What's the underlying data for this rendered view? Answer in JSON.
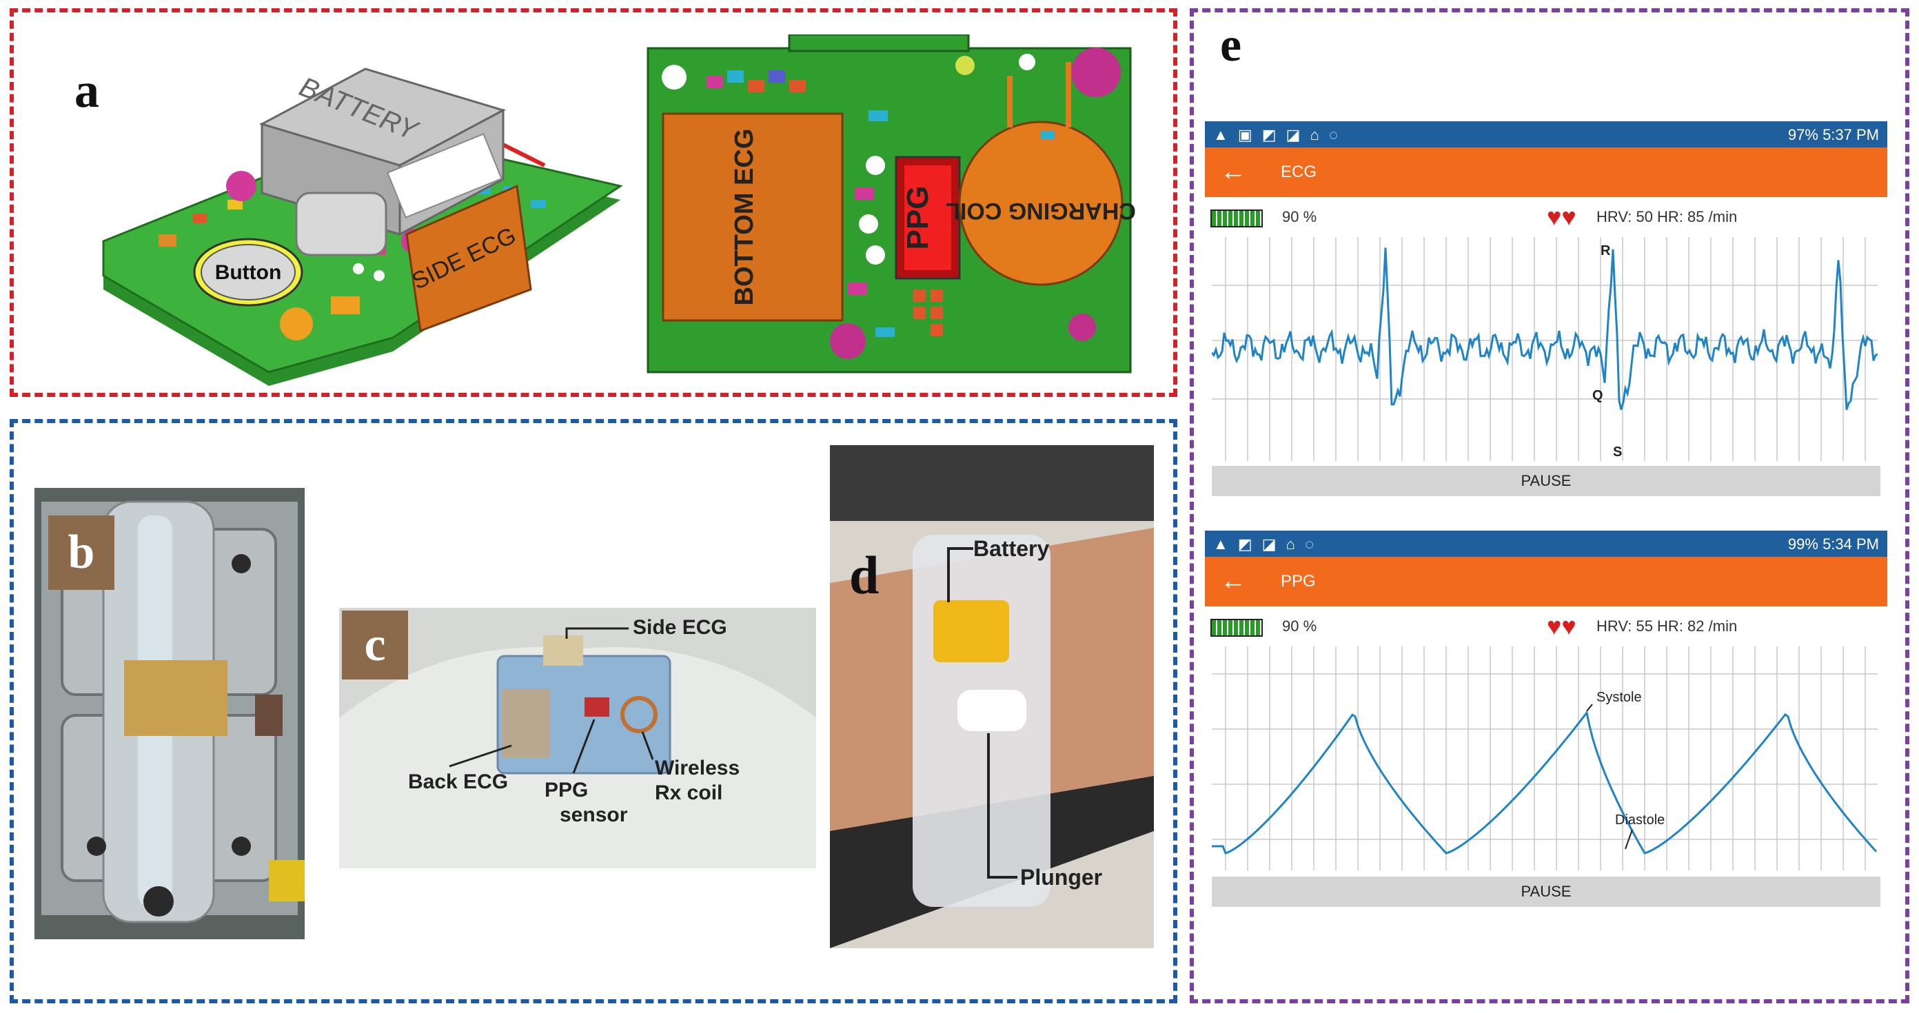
{
  "panels": {
    "a": {
      "letter": "a",
      "labels": {
        "battery": "BATTERY",
        "button": "Button",
        "side_ecg": "SIDE ECG",
        "bottom_ecg": "BOTTOM ECG",
        "ppg": "PPG",
        "charging_coil": "CHARGING COIL"
      }
    },
    "b": {
      "letter": "b"
    },
    "c": {
      "letter": "c",
      "labels": {
        "side_ecg": "Side ECG",
        "back_ecg": "Back ECG",
        "ppg_sensor_line1": "PPG",
        "ppg_sensor_line2": "sensor",
        "wireless_line1": "Wireless",
        "wireless_line2": "Rx coil"
      }
    },
    "d": {
      "letter": "d",
      "labels": {
        "battery": "Battery",
        "plunger": "Plunger"
      }
    },
    "e": {
      "letter": "e"
    }
  },
  "ecg_screen": {
    "status_right": "97% 5:37 PM",
    "title": "ECG",
    "battery_text": "90 %",
    "hr_text": "HRV: 50 HR: 85 /min",
    "peak_labels": {
      "r": "R",
      "q": "Q",
      "s": "S"
    },
    "pause_label": "PAUSE"
  },
  "ppg_screen": {
    "status_right": "99% 5:34 PM",
    "title": "PPG",
    "battery_text": "90 %",
    "hr_text": "HRV: 55 HR: 82 /min",
    "annotations": {
      "systole": "Systole",
      "diastole": "Diastole"
    },
    "pause_label": "PAUSE"
  },
  "colors": {
    "frame_red": "#d42027",
    "frame_blue": "#1c5aa6",
    "frame_purple": "#7b3fa0",
    "pcb_green": "#2f9e2f",
    "app_orange": "#f26a1b",
    "status_blue": "#1f5f9e",
    "trace_blue": "#1f84c6"
  }
}
